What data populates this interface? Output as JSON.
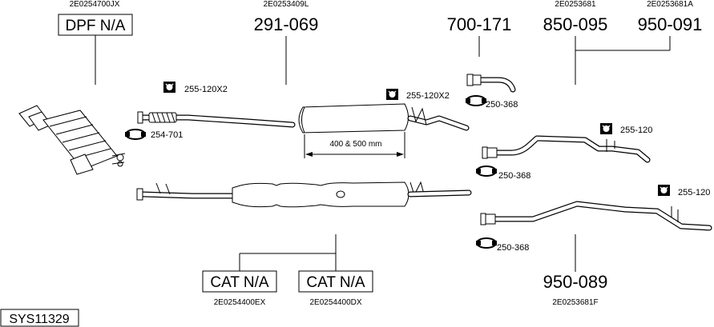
{
  "diagram": {
    "system_code": "SYS11329",
    "parts": {
      "dpf": {
        "oem": "2E0254700JX",
        "number": "DPF N/A"
      },
      "front_pipe": {
        "oem": "2E0253409L",
        "number": "291-069"
      },
      "tailpipe_short": {
        "number": "700-171"
      },
      "rear_a": {
        "oem": "2E0253681",
        "number": "850-095"
      },
      "rear_b": {
        "oem": "2E0253681A",
        "number": "950-091"
      },
      "cat_1": {
        "oem": "2E0254400EX",
        "number": "CAT N/A"
      },
      "cat_2": {
        "oem": "2E0254400DX",
        "number": "CAT N/A"
      },
      "rear_long": {
        "oem": "2E0253681F",
        "number": "950-089"
      }
    },
    "hangers": [
      {
        "code": "255-120X2"
      },
      {
        "code": "255-120X2"
      },
      {
        "code": "255-120"
      },
      {
        "code": "255-120"
      }
    ],
    "clamps": [
      {
        "code": "254-701"
      },
      {
        "code": "250-368"
      },
      {
        "code": "250-368"
      },
      {
        "code": "250-368"
      }
    ],
    "dimension": {
      "text": "400 & 500 mm"
    }
  }
}
